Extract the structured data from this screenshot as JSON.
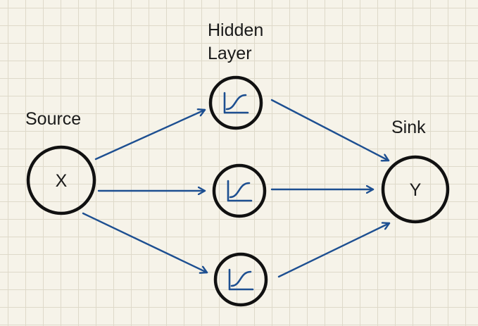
{
  "labels": {
    "source": "Source",
    "hidden_line1": "Hidden",
    "hidden_line2": "Layer",
    "sink": "Sink"
  },
  "nodes": {
    "input": "X",
    "output": "Y"
  },
  "hidden_nodes": [
    {
      "icon": "activation-curve-icon"
    },
    {
      "icon": "activation-curve-icon"
    },
    {
      "icon": "activation-curve-icon"
    }
  ],
  "colors": {
    "background": "#f6f3e9",
    "grid": "#ded9c9",
    "node_outline": "#111111",
    "arrow": "#1d4f91"
  }
}
